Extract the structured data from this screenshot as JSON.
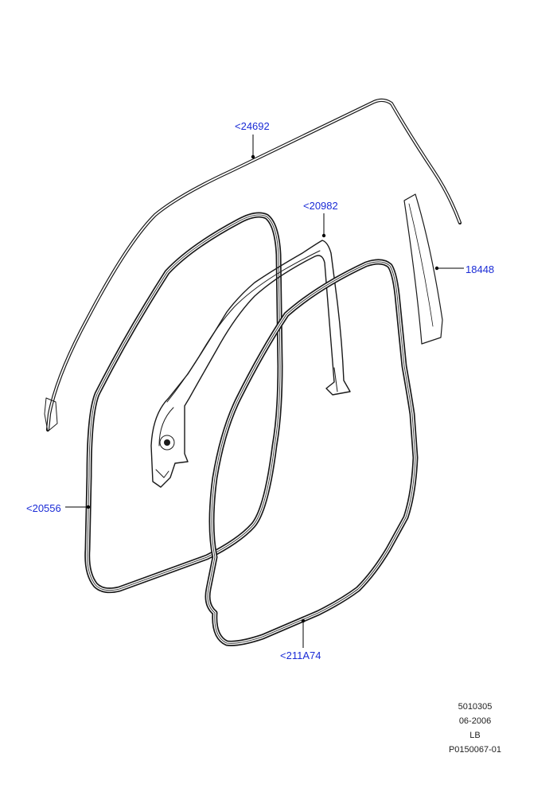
{
  "callouts": {
    "roof_drip_seal": "<24692",
    "front_door_frame_seal": "<20982",
    "applique": "18448",
    "body_opening_seal": "<20556",
    "door_weatherstrip": "<211A74"
  },
  "footer": {
    "line1": "5010305",
    "line2": "06-2006",
    "line3": "LB",
    "line4": "P0150067-01"
  },
  "colors": {
    "callout_text": "#1a2bd6",
    "line_art": "#1a1a1a"
  }
}
